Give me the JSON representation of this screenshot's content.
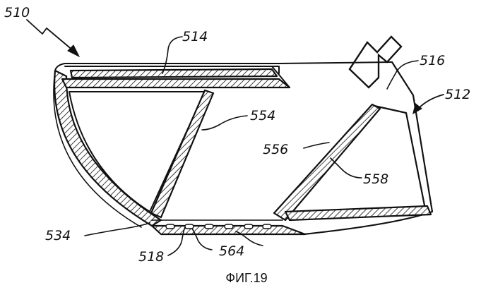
{
  "labels": {
    "ref_510": "510",
    "ref_514": "514",
    "ref_516": "516",
    "ref_512": "512",
    "ref_554": "554",
    "ref_556": "556",
    "ref_558": "558",
    "ref_534": "534",
    "ref_518": "518",
    "ref_564": "564"
  },
  "caption": "ФИГ.19"
}
